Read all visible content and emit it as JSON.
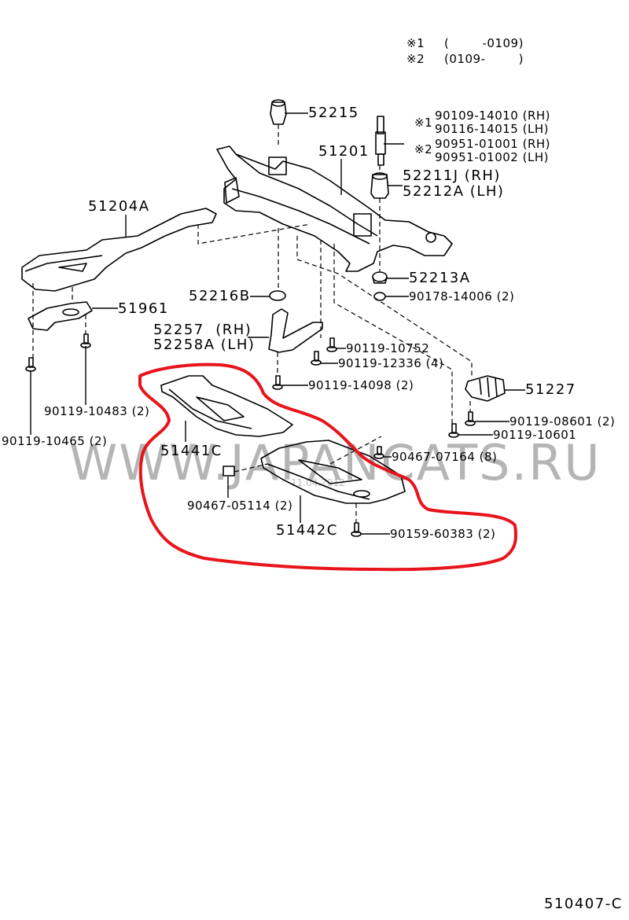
{
  "diagram": {
    "code": "510407-C",
    "footnotes": [
      {
        "mark": "※1",
        "range": "(        -0109)"
      },
      {
        "mark": "※2",
        "range": "(0109-        )"
      }
    ],
    "watermark": "WWW.JAPANCATS.RU",
    "watermark_date": "11.04.2012",
    "highlight_color": "#e8141c",
    "parts": {
      "p52215": "52215",
      "p51201": "51201",
      "p51204A": "51204A",
      "p51961": "51961",
      "p52216B": "52216B",
      "p52257": "52257  (RH)",
      "p52258A": "52258A (LH)",
      "p52213A": "52213A",
      "p90178": "90178-14006 (2)",
      "p52211J": "52211J (RH)",
      "p52212A": "52212A (LH)",
      "mark1": "※1",
      "mark2": "※2",
      "p90109": "90109-14010 (RH)",
      "p90116": "90116-14015 (LH)",
      "p90951a": "90951-01001 (RH)",
      "p90951b": "90951-01002 (LH)",
      "p90119_10752": "90119-10752",
      "p90119_12336": "90119-12336 (4)",
      "p90119_14098": "90119-14098 (2)",
      "p51227": "51227",
      "p90119_08601": "90119-08601 (2)",
      "p90119_10601": "90119-10601",
      "p90467_07164": "90467-07164 (8)",
      "p90119_10483": "90119-10483 (2)",
      "p90119_10465": "90119-10465 (2)",
      "p51441C": "51441C",
      "p90467_05114": "90467-05114 (2)",
      "p51442C": "51442C",
      "p90159_60383": "90159-60383 (2)"
    }
  }
}
